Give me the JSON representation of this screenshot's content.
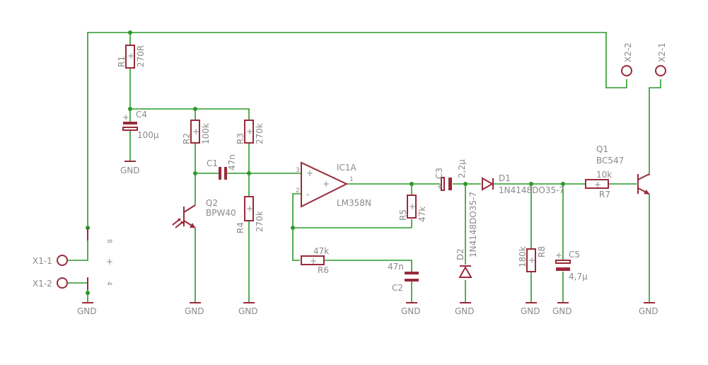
{
  "schematic": {
    "r1": {
      "name": "R1",
      "value": "270R"
    },
    "c4": {
      "name": "C4",
      "value": "100µ"
    },
    "r2": {
      "name": "R2",
      "value": "100k"
    },
    "r3": {
      "name": "R3",
      "value": "270k"
    },
    "r4": {
      "name": "R4",
      "value": "270k"
    },
    "c1": {
      "name": "C1",
      "value": "47n"
    },
    "q2": {
      "name": "Q2",
      "value": "BPW40"
    },
    "ic1a": {
      "name": "IC1A",
      "value": "LM358N",
      "pin_plus": "3",
      "pin_minus": "2",
      "pin_out": "1"
    },
    "r5": {
      "name": "R5",
      "value": "47k"
    },
    "r6": {
      "name": "R6",
      "value": "47k"
    },
    "c2": {
      "name": "C2",
      "value": "47n"
    },
    "c3": {
      "name": "C3",
      "value": "2,2µ"
    },
    "d1": {
      "name": "D1",
      "value": "1N4148DO35-7"
    },
    "d2": {
      "name": "D2",
      "value": "1N4148DO35-7"
    },
    "r8": {
      "name": "R8",
      "value": "180k"
    },
    "c5": {
      "name": "C5",
      "value": "4,7µ"
    },
    "r7": {
      "name": "R7",
      "value": "10k"
    },
    "q1": {
      "name": "Q1",
      "value": "BC547"
    },
    "x1": {
      "pin1": "X1-1",
      "pin2": "X1-2",
      "pin8": "8",
      "pin4": "4"
    },
    "x2": {
      "pin2": "X2-2",
      "pin1": "X2-1"
    },
    "gnd": "GND",
    "plus": "+",
    "minus": "-"
  },
  "colors": {
    "wire": "#2a9a2a",
    "part": "#9a2a3a",
    "label": "#8a8a8a"
  }
}
